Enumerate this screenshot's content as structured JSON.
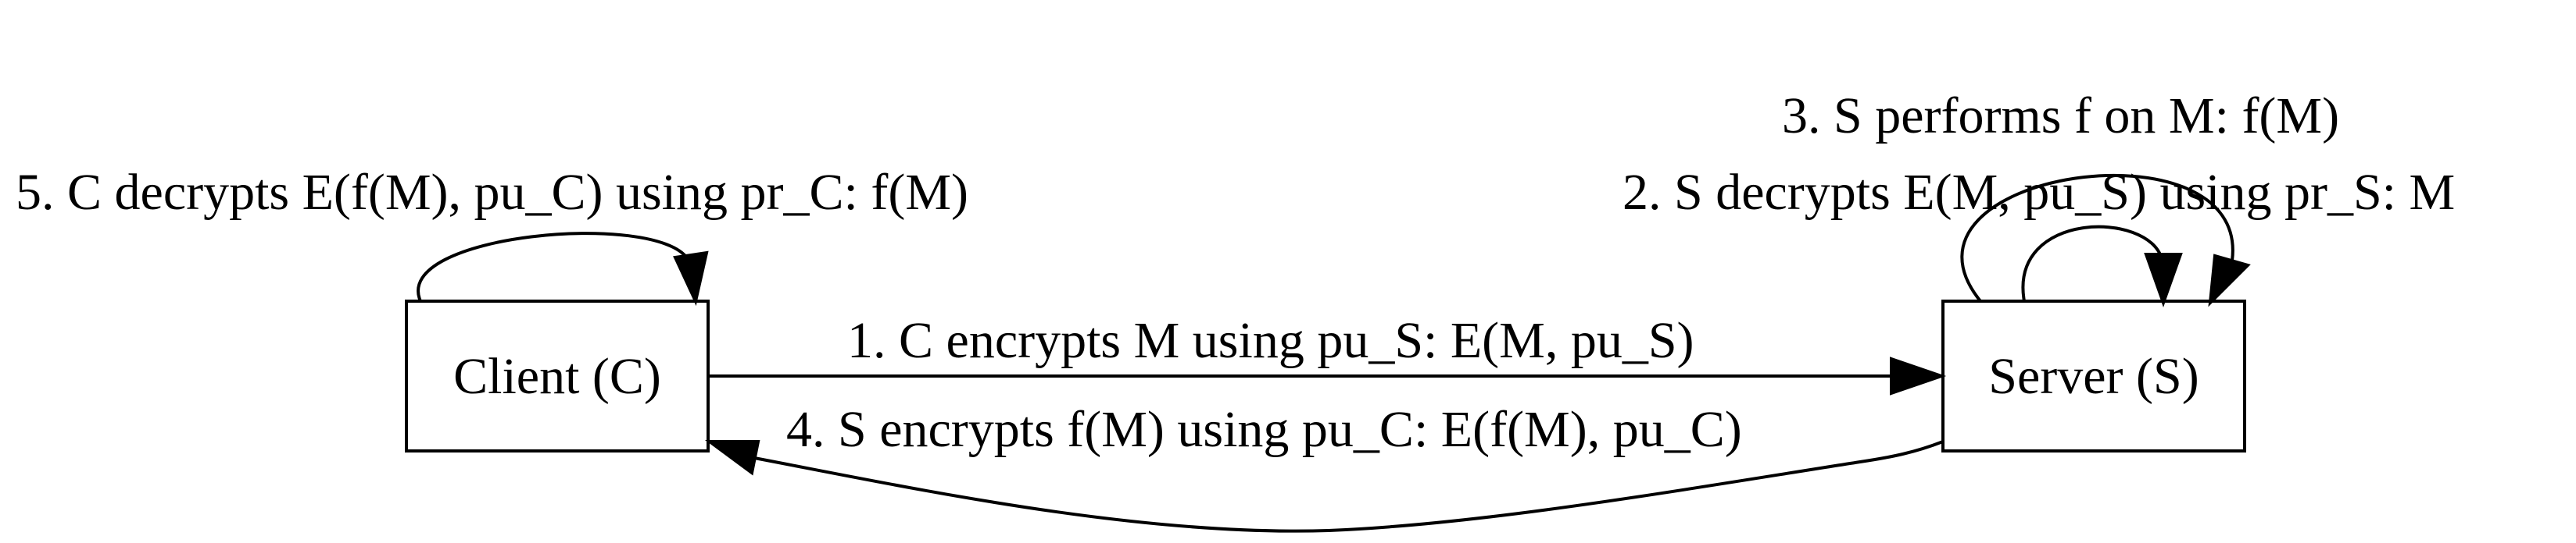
{
  "nodes": {
    "client": {
      "label": "Client (C)"
    },
    "server": {
      "label": "Server (S)"
    }
  },
  "edges": {
    "step1": {
      "label": "1. C encrypts M using pu_S: E(M, pu_S)"
    },
    "step2": {
      "label": "2. S decrypts E(M, pu_S) using pr_S: M"
    },
    "step3": {
      "label": "3. S performs f on M: f(M)"
    },
    "step4": {
      "label": "4. S encrypts f(M) using pu_C: E(f(M), pu_C)"
    },
    "step5": {
      "label": "5. C decrypts E(f(M), pu_C) using pr_C: f(M)"
    }
  }
}
